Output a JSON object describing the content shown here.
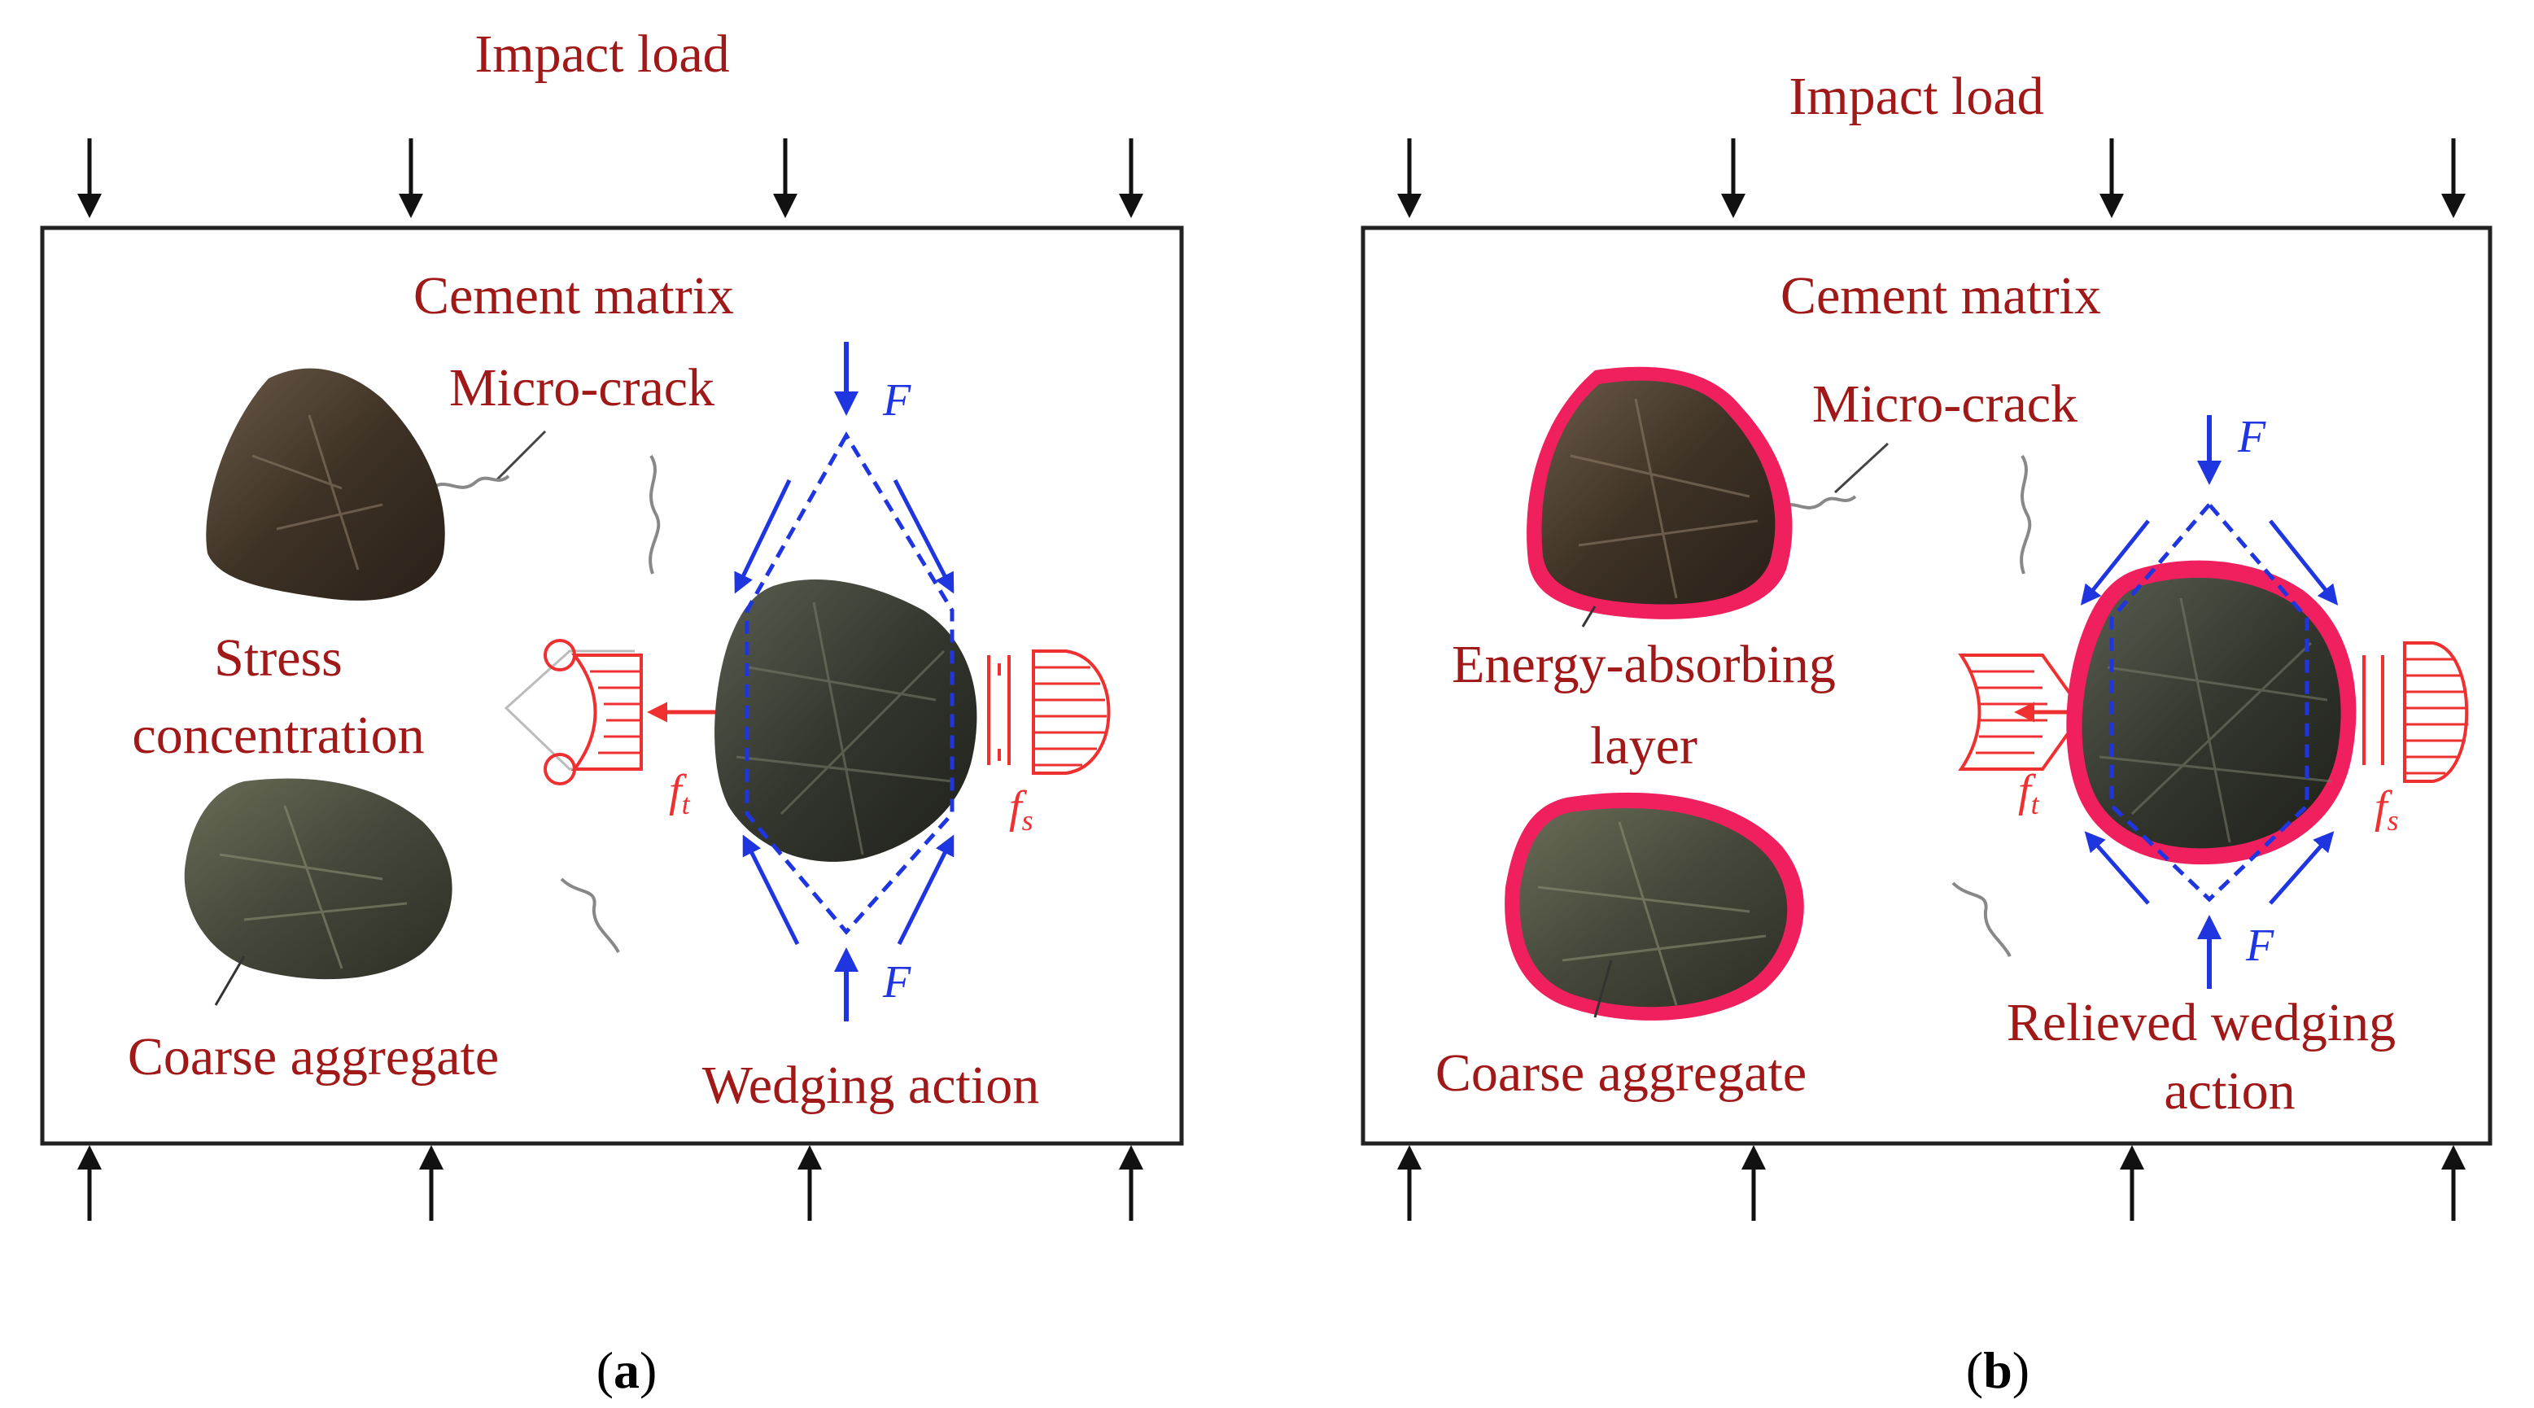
{
  "colors": {
    "label_red": "#a01818",
    "force_blue": "#1f35e0",
    "stress_red": "#ee3030",
    "layer_pink": "#f0205e",
    "frame": "#222222",
    "rock_dark": "#3a3528",
    "rock_green": "#4a4c3c",
    "rock_brown": "#4a3a2c"
  },
  "icons": [
    "impact-arrow-down-icon",
    "support-arrow-up-icon",
    "micro-crack-icon",
    "force-arrow-icon",
    "stress-distribution-icon"
  ],
  "panels": [
    {
      "id": "a",
      "impact_load": "Impact load",
      "cement_matrix": "Cement matrix",
      "micro_crack": "Micro-crack",
      "stress_concentration": [
        "Stress",
        "concentration"
      ],
      "coarse_aggregate": "Coarse aggregate",
      "wedging_action": [
        "Wedging action"
      ],
      "force_top": "F",
      "force_bottom": "F",
      "tensile_label": "f",
      "tensile_sub": "t",
      "shear_label": "f",
      "shear_sub": "s",
      "caption_open": "(",
      "caption_letter": "a",
      "caption_close": ")"
    },
    {
      "id": "b",
      "impact_load": "Impact load",
      "cement_matrix": "Cement matrix",
      "micro_crack": "Micro-crack",
      "energy_layer": [
        "Energy-absorbing",
        "layer"
      ],
      "coarse_aggregate": "Coarse aggregate",
      "wedging_action": [
        "Relieved wedging",
        "action"
      ],
      "force_top": "F",
      "force_bottom": "F",
      "tensile_label": "f",
      "tensile_sub": "t",
      "shear_label": "f",
      "shear_sub": "s",
      "caption_open": "(",
      "caption_letter": "b",
      "caption_close": ")"
    }
  ]
}
